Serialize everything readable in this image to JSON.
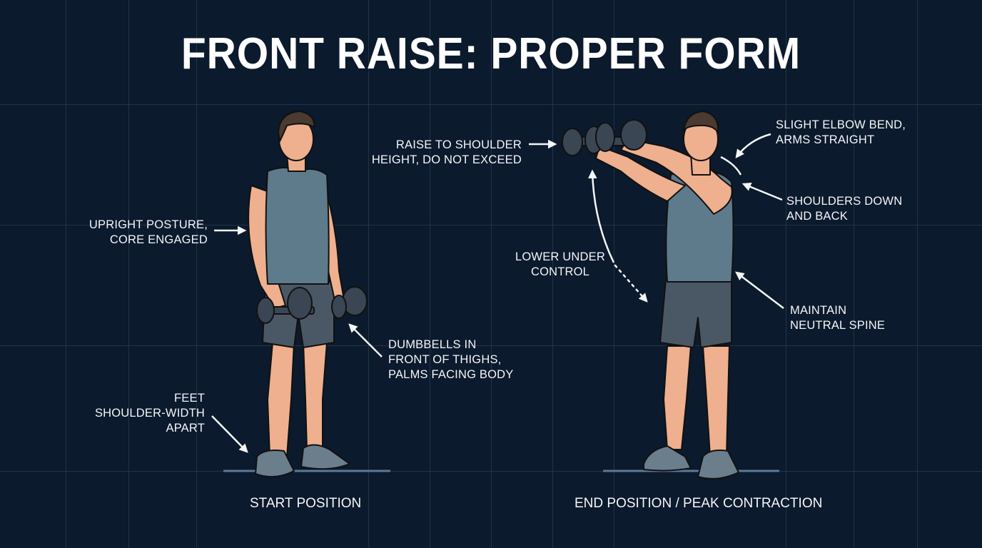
{
  "title": "FRONT RAISE: PROPER FORM",
  "colors": {
    "background": "#0b1a2c",
    "grid": "#22344a",
    "floor_line": "#5b7a99",
    "text": "#f4f6f8",
    "skin": "#eeb08e",
    "tank_top": "#5e7b8c",
    "shorts": "#4a5866",
    "dumbbell": "#3a4654",
    "shoe": "#6a7e8c",
    "hair": "#4a3a30"
  },
  "figures": [
    {
      "id": "start",
      "caption": "START POSITION",
      "annotations": [
        {
          "id": "upright-posture",
          "lines": [
            "UPRIGHT POSTURE,",
            "CORE ENGAGED"
          ]
        },
        {
          "id": "dumbbells-front",
          "lines": [
            "DUMBBELLS IN",
            "FRONT OF THIGHS,",
            "PALMS FACING BODY"
          ]
        },
        {
          "id": "feet-width",
          "lines": [
            "FEET",
            "SHOULDER-WIDTH",
            "APART"
          ]
        }
      ]
    },
    {
      "id": "end",
      "caption": "END POSITION / PEAK CONTRACTION",
      "annotations": [
        {
          "id": "raise-height",
          "lines": [
            "RAISE TO SHOULDER",
            "HEIGHT, DO NOT EXCEED"
          ]
        },
        {
          "id": "elbow-bend",
          "lines": [
            "SLIGHT ELBOW BEND,",
            "ARMS STRAIGHT"
          ]
        },
        {
          "id": "shoulders-down",
          "lines": [
            "SHOULDERS DOWN",
            "AND BACK"
          ]
        },
        {
          "id": "lower-control",
          "lines": [
            "LOWER UNDER",
            "CONTROL"
          ]
        },
        {
          "id": "neutral-spine",
          "lines": [
            "MAINTAIN",
            "NEUTRAL SPINE"
          ]
        }
      ]
    }
  ],
  "labels": {
    "upright": "UPRIGHT POSTURE,\nCORE ENGAGED",
    "dumbbells": "DUMBBELLS IN\nFRONT OF THIGHS,\nPALMS FACING BODY",
    "feet": "FEET\nSHOULDER-WIDTH\nAPART",
    "raise": "RAISE TO SHOULDER\nHEIGHT, DO NOT EXCEED",
    "elbow": "SLIGHT ELBOW BEND,\nARMS STRAIGHT",
    "shoulders": "SHOULDERS DOWN\nAND BACK",
    "lower": "LOWER UNDER\nCONTROL",
    "spine": "MAINTAIN\nNEUTRAL SPINE",
    "caption_start": "START POSITION",
    "caption_end": "END POSITION / PEAK CONTRACTION"
  }
}
